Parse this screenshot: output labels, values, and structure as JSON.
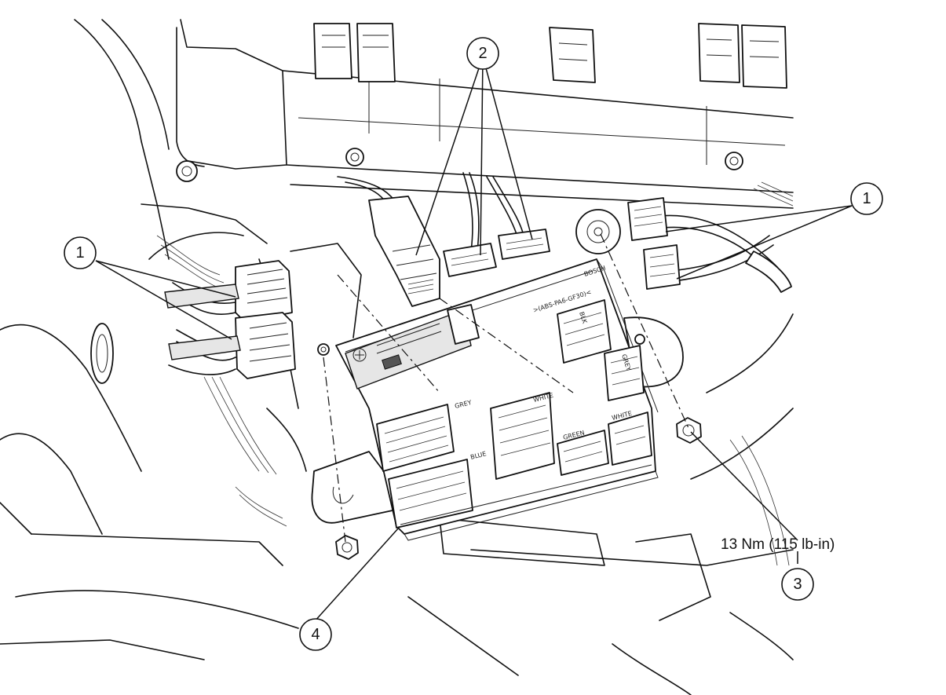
{
  "callouts": [
    {
      "id": "callout-1-left",
      "label": "1"
    },
    {
      "id": "callout-1-right",
      "label": "1"
    },
    {
      "id": "callout-2",
      "label": "2"
    },
    {
      "id": "callout-3",
      "label": "3"
    },
    {
      "id": "callout-4",
      "label": "4"
    }
  ],
  "torque_spec": "13 Nm (115 lb-in)",
  "module": {
    "brand": "BOSCH",
    "part_code": ">(ABS-PA6-GF30)<",
    "connector_labels": [
      "GREY",
      "BLUE",
      "WHITE",
      "GREEN",
      "WHITE",
      "BLK",
      "GREY"
    ]
  }
}
